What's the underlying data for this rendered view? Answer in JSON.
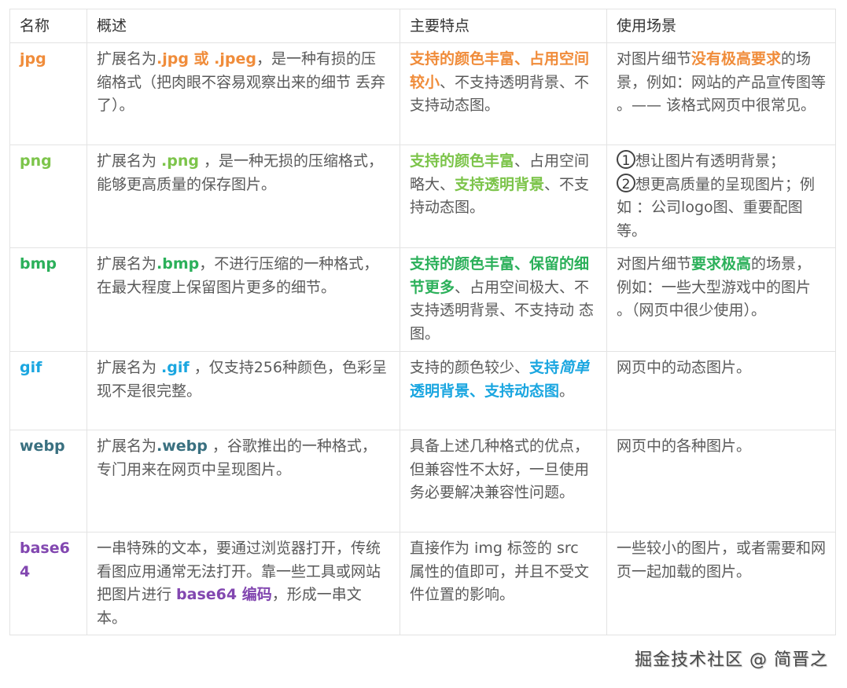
{
  "colors": {
    "jpg": "#f08c3a",
    "png": "#7cc44a",
    "bmp": "#2bb05a",
    "gif": "#1aa6e0",
    "webp": "#3a7080",
    "base64": "#8247b0",
    "text": "#5a5a5a",
    "header": "#333333",
    "border": "#e3e3e3"
  },
  "table": {
    "headers": [
      "名称",
      "概述",
      "主要特点",
      "使用场景"
    ],
    "rows": [
      {
        "name": "jpg",
        "overview": {
          "a": "扩展名为",
          "hl": ".jpg 或 .jpeg",
          "b": "，是一种有损的压缩格式（把肉眼不容易观察出来的细节 丢弃了）。"
        },
        "features": {
          "hl": "支持的颜色丰富、占用空间较小",
          "b": "、不支持透明背景、不支持动态图。"
        },
        "usage": {
          "a": "对图片细节",
          "hl": "没有极高要求",
          "b": "的场景，例如：网站的产品宣传图等 。—— 该格式网页中很常见。"
        }
      },
      {
        "name": "png",
        "overview": {
          "a": "扩展名为 ",
          "hl": ".png",
          "b": " ，是一种无损的压缩格式，能够更高质量的保存图片。"
        },
        "features": {
          "hl1": "支持的颜色丰富",
          "m": "、占用空间略大、",
          "hl2": "支持透明背景",
          "b": "、不支持动态图。"
        },
        "usage": {
          "n1": "1",
          "l1": "想让图片有透明背景；",
          "n2": "2",
          "l2": "想更高质量的呈现图片；例如 ：公司logo图、重要配图等。"
        }
      },
      {
        "name": "bmp",
        "overview": {
          "a": "扩展名为",
          "hl": ".bmp",
          "b": "，不进行压缩的一种格式，在最大程度上保留图片更多的细节。"
        },
        "features": {
          "hl": "支持的颜色丰富、保留的细节更多",
          "b": "、占用空间极大、不支持透明背景、不支持动 态图。"
        },
        "usage": {
          "a": "对图片细节",
          "hl": "要求极高",
          "b": "的场景，例如：一些大型游戏中的图片 。（网页中很少使用）。"
        }
      },
      {
        "name": "gif",
        "overview": {
          "a": "扩展名为 ",
          "hl": ".gif",
          "b": " ，仅支持256种颜色，色彩呈现不是很完整。"
        },
        "features": {
          "a": "支持的颜色较少、",
          "hl1": "支持",
          "hl_i": "简单",
          "hl2": " 透明背景、支持动态图",
          "b": "。"
        },
        "usage": {
          "a": "网页中的动态图片。"
        }
      },
      {
        "name": "webp",
        "overview": {
          "a": "扩展名为",
          "hl": ".webp",
          "b": " ，谷歌推出的一种格式，专门用来在网页中呈现图片。"
        },
        "features": {
          "a": "具备上述几种格式的优点，但兼容性不太好，一旦使用务必要解决兼容性问题。"
        },
        "usage": {
          "a": "网页中的各种图片。"
        }
      },
      {
        "name": "base64",
        "overview": {
          "a": "一串特殊的文本，要通过浏览器打开，传统看图应用通常无法打开。靠一些工具或网站把图片进行 ",
          "hl": "base64 编码",
          "b": "，形成一串文本。"
        },
        "features": {
          "a": "直接作为 img 标签的 src 属性的值即可，并且不受文件位置的影响。"
        },
        "usage": {
          "a": "一些较小的图片，或者需要和网页一起加载的图片。"
        }
      }
    ]
  },
  "footer": {
    "watermark": "掘金技术社区 @ 简晋之"
  }
}
